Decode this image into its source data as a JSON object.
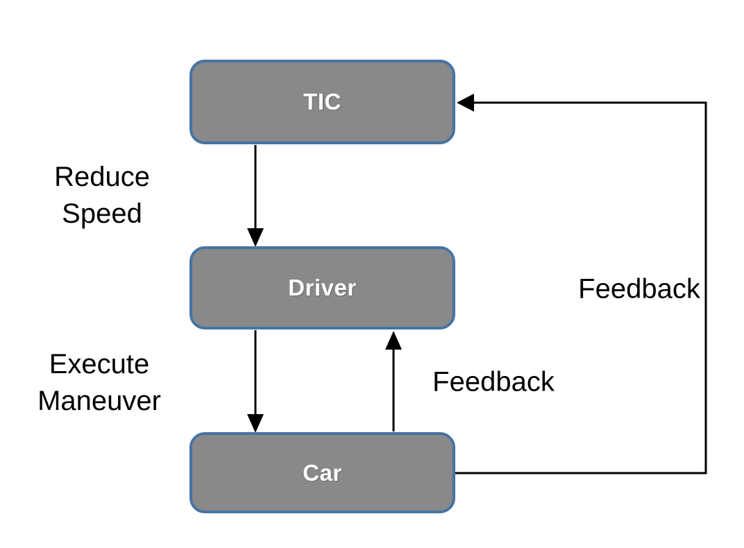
{
  "colors": {
    "background": "#ffffff",
    "node_fill": "#898989",
    "node_border": "#4673a5",
    "node_text": "#ffffff",
    "label_text": "#000000",
    "arrow": "#000000"
  },
  "diagram": {
    "nodes": [
      {
        "id": "tic",
        "label": "TIC"
      },
      {
        "id": "driver",
        "label": "Driver"
      },
      {
        "id": "car",
        "label": "Car"
      }
    ],
    "edges": [
      {
        "from": "TIC",
        "to": "Driver",
        "label": "Reduce Speed"
      },
      {
        "from": "Driver",
        "to": "Car",
        "label": "Execute Maneuver"
      },
      {
        "from": "Car",
        "to": "Driver",
        "label": "Feedback"
      },
      {
        "from": "Car",
        "to": "TIC",
        "label": "Feedback"
      }
    ]
  }
}
